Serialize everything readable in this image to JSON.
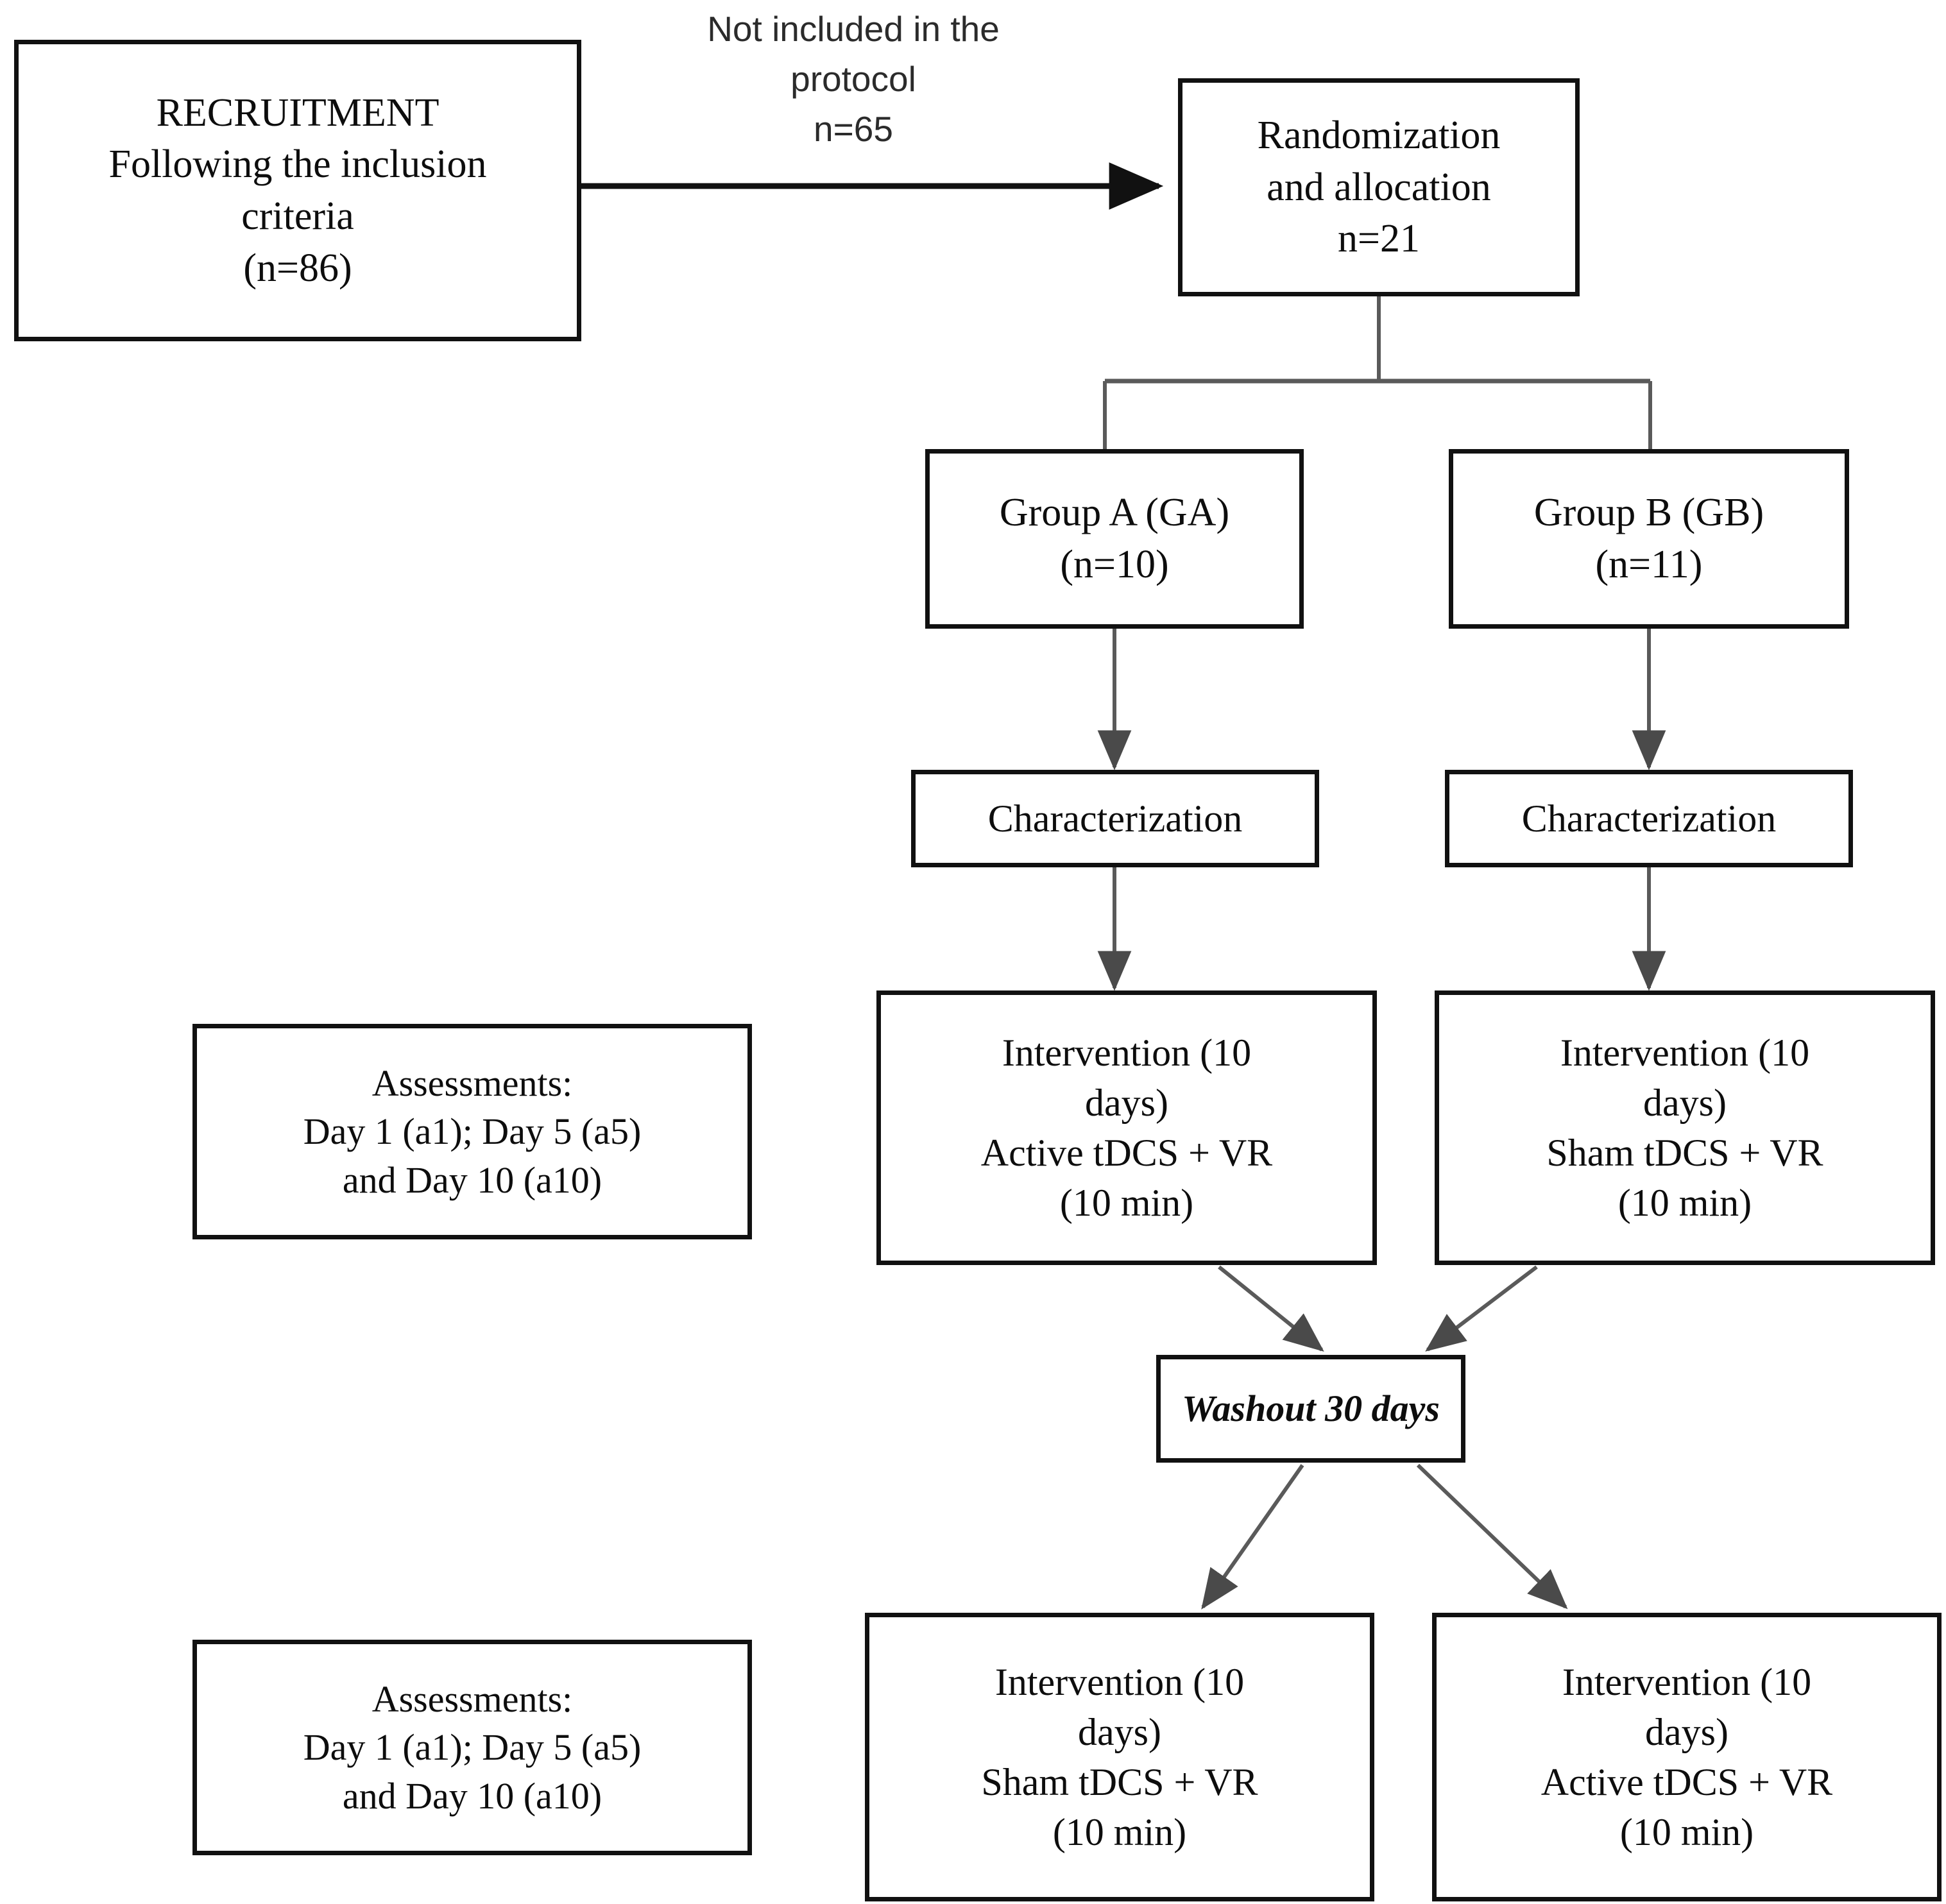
{
  "diagram": {
    "type": "flowchart",
    "title": "Study design flow diagram (crossover tDCS + VR trial)",
    "nodes": {
      "recruitment": "RECRUITMENT\nFollowing the inclusion\ncriteria\n(n=86)",
      "excluded_note": "Not included in the\nprotocol\nn=65",
      "randomization": "Randomization\nand allocation\nn=21",
      "group_a": "Group A (GA)\n(n=10)",
      "group_b": "Group B (GB)\n(n=11)",
      "characterization_a": "Characterization",
      "characterization_b": "Characterization",
      "assessments_1": "Assessments:\nDay 1 (a1); Day 5 (a5)\nand Day 10 (a10)",
      "intervention_a1": "Intervention (10\ndays)\nActive tDCS + VR\n(10 min)",
      "intervention_b1": "Intervention (10\ndays)\nSham tDCS + VR\n(10 min)",
      "washout": "Washout 30 days",
      "assessments_2": "Assessments:\nDay 1 (a1); Day 5 (a5)\nand Day 10 (a10)",
      "intervention_a2": "Intervention (10\ndays)\nSham tDCS + VR\n(10 min)",
      "intervention_b2": "Intervention (10\ndays)\nActive tDCS + VR\n(10 min)"
    },
    "edges": [
      {
        "from": "recruitment",
        "to": "randomization",
        "label": "Not included in the protocol n=65",
        "style": "solid-arrow-right"
      },
      {
        "from": "randomization",
        "to": "group_a",
        "style": "elbow"
      },
      {
        "from": "randomization",
        "to": "group_b",
        "style": "elbow"
      },
      {
        "from": "group_a",
        "to": "characterization_a",
        "style": "arrow-down"
      },
      {
        "from": "group_b",
        "to": "characterization_b",
        "style": "arrow-down"
      },
      {
        "from": "characterization_a",
        "to": "intervention_a1",
        "style": "arrow-down"
      },
      {
        "from": "characterization_b",
        "to": "intervention_b1",
        "style": "arrow-down"
      },
      {
        "from": "intervention_a1",
        "to": "washout",
        "style": "arrow-diagonal"
      },
      {
        "from": "intervention_b1",
        "to": "washout",
        "style": "arrow-diagonal"
      },
      {
        "from": "washout",
        "to": "intervention_a2",
        "style": "arrow-diagonal"
      },
      {
        "from": "washout",
        "to": "intervention_b2",
        "style": "arrow-diagonal"
      }
    ],
    "counts": {
      "recruited": 86,
      "not_included": 65,
      "randomized": 21,
      "group_a": 10,
      "group_b": 11,
      "intervention_days": 10,
      "session_minutes": 10,
      "washout_days": 30
    },
    "colors": {
      "border": "#111111",
      "text": "#0d0d0d",
      "connector": "#444444",
      "background": "#ffffff"
    }
  }
}
